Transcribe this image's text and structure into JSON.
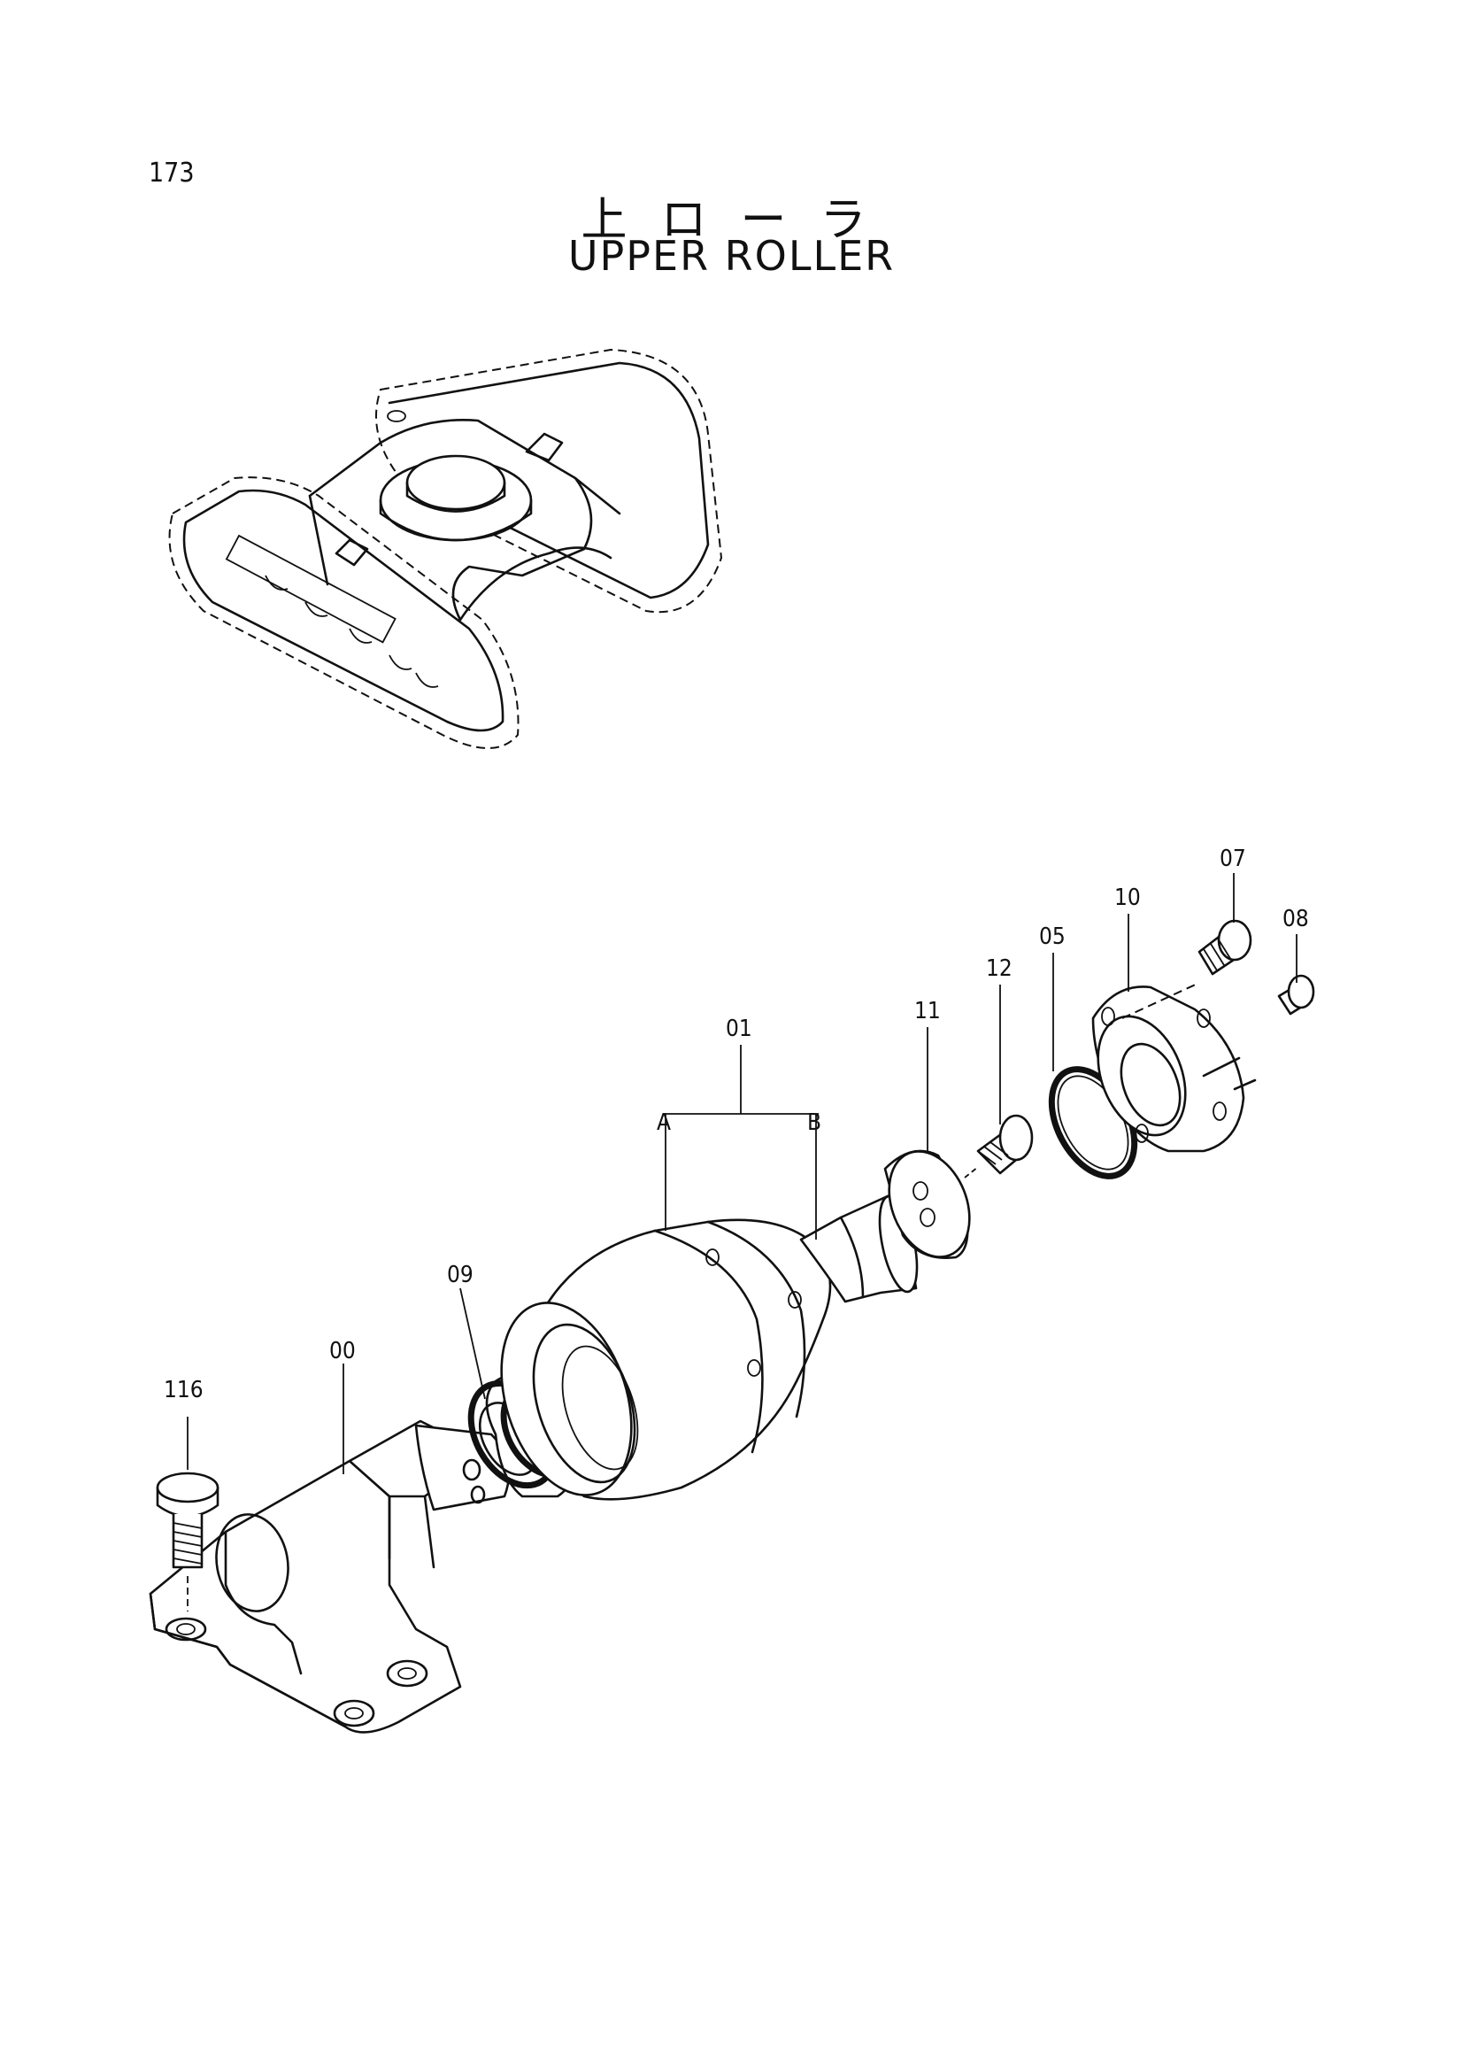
{
  "page": {
    "number": "173",
    "title_jp": "上ローラ",
    "title_en": "UPPER ROLLER"
  },
  "callouts": {
    "p00": "00",
    "p01": "01",
    "p01a": "A",
    "p01b": "B",
    "p05": "05",
    "p07": "07",
    "p08": "08",
    "p09": "09",
    "p10": "10",
    "p11": "11",
    "p12": "12",
    "p116": "116"
  }
}
